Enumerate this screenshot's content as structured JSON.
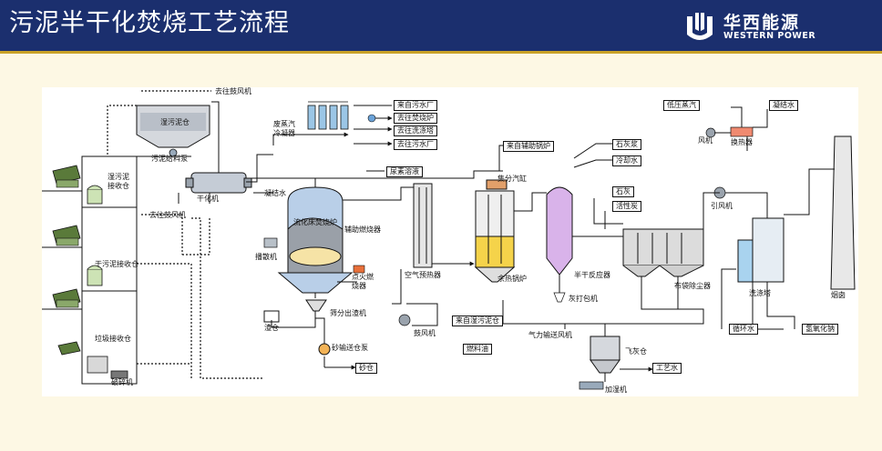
{
  "header": {
    "title": "污泥半干化焚烧工艺流程",
    "logo_cn": "华西能源",
    "logo_en": "WESTERN POWER"
  },
  "labels": {
    "to_blower_top": "去往鼓风机",
    "wet_silo": "湿污泥仓",
    "sludge_feed_pump": "污泥给料泵",
    "dryer": "干化机",
    "wet_receive_silo": "湿污泥接收仓",
    "to_blower_mid": "去往鼓风机",
    "semi_dry_receive": "干污泥接收仓",
    "garbage_receive": "垃圾接收仓",
    "crusher": "破碎机",
    "waste_vapor_condenser": "废蒸汽冷凝器",
    "from_wwtp": "来自污水厂",
    "to_incinerator": "去往焚烧炉",
    "to_scrubber_top": "去往洗涤塔",
    "to_wwtp": "去往污水厂",
    "urea_solution": "尿素溶液",
    "condensate_left": "凝结水",
    "fluidized_bed": "流化床焚烧炉",
    "aux_burner": "辅助燃烧器",
    "spreader": "播散机",
    "ignition_burner": "点火燃烧器",
    "sand_silo_left": "渣仓",
    "screen_slag": "筛分出渣机",
    "sand_pump": "砂输送仓泵",
    "sand_silo": "砂仓",
    "air_preheater": "空气预热器",
    "blower": "鼓风机",
    "from_wet_silo": "来自湿污泥仓",
    "fuel_oil": "燃料油",
    "from_aux_boiler": "来自辅助锅炉",
    "steam_drum": "集分汽缸",
    "waste_heat_boiler": "余热锅炉",
    "lime_slurry": "石灰浆",
    "cooling_water": "冷却水",
    "semi_dry_reactor": "半干反应器",
    "ash_packing": "灰打包机",
    "lime": "石灰",
    "activated_carbon": "活性炭",
    "bag_filter": "布袋除尘器",
    "pneumatic_blower": "气力输送风机",
    "fly_ash_silo": "飞灰仓",
    "process_water": "工艺水",
    "humidifier": "加湿机",
    "low_pressure_steam": "低压蒸汽",
    "condensate_right": "凝结水",
    "fan": "风机",
    "heat_exchanger": "换热器",
    "induced_fan": "引风机",
    "scrubber": "洗涤塔",
    "stack": "烟囱",
    "circulating_water": "循环水",
    "naoh": "氢氧化钠"
  },
  "colors": {
    "header_bg": "#1b2f6e",
    "gold_rule": "#c9a227",
    "page_bg": "#fdf8e4",
    "duct_blue": "#b9cfe8",
    "boiler_yellow": "#f5d34a",
    "reactor_purple": "#d9b3ea"
  }
}
